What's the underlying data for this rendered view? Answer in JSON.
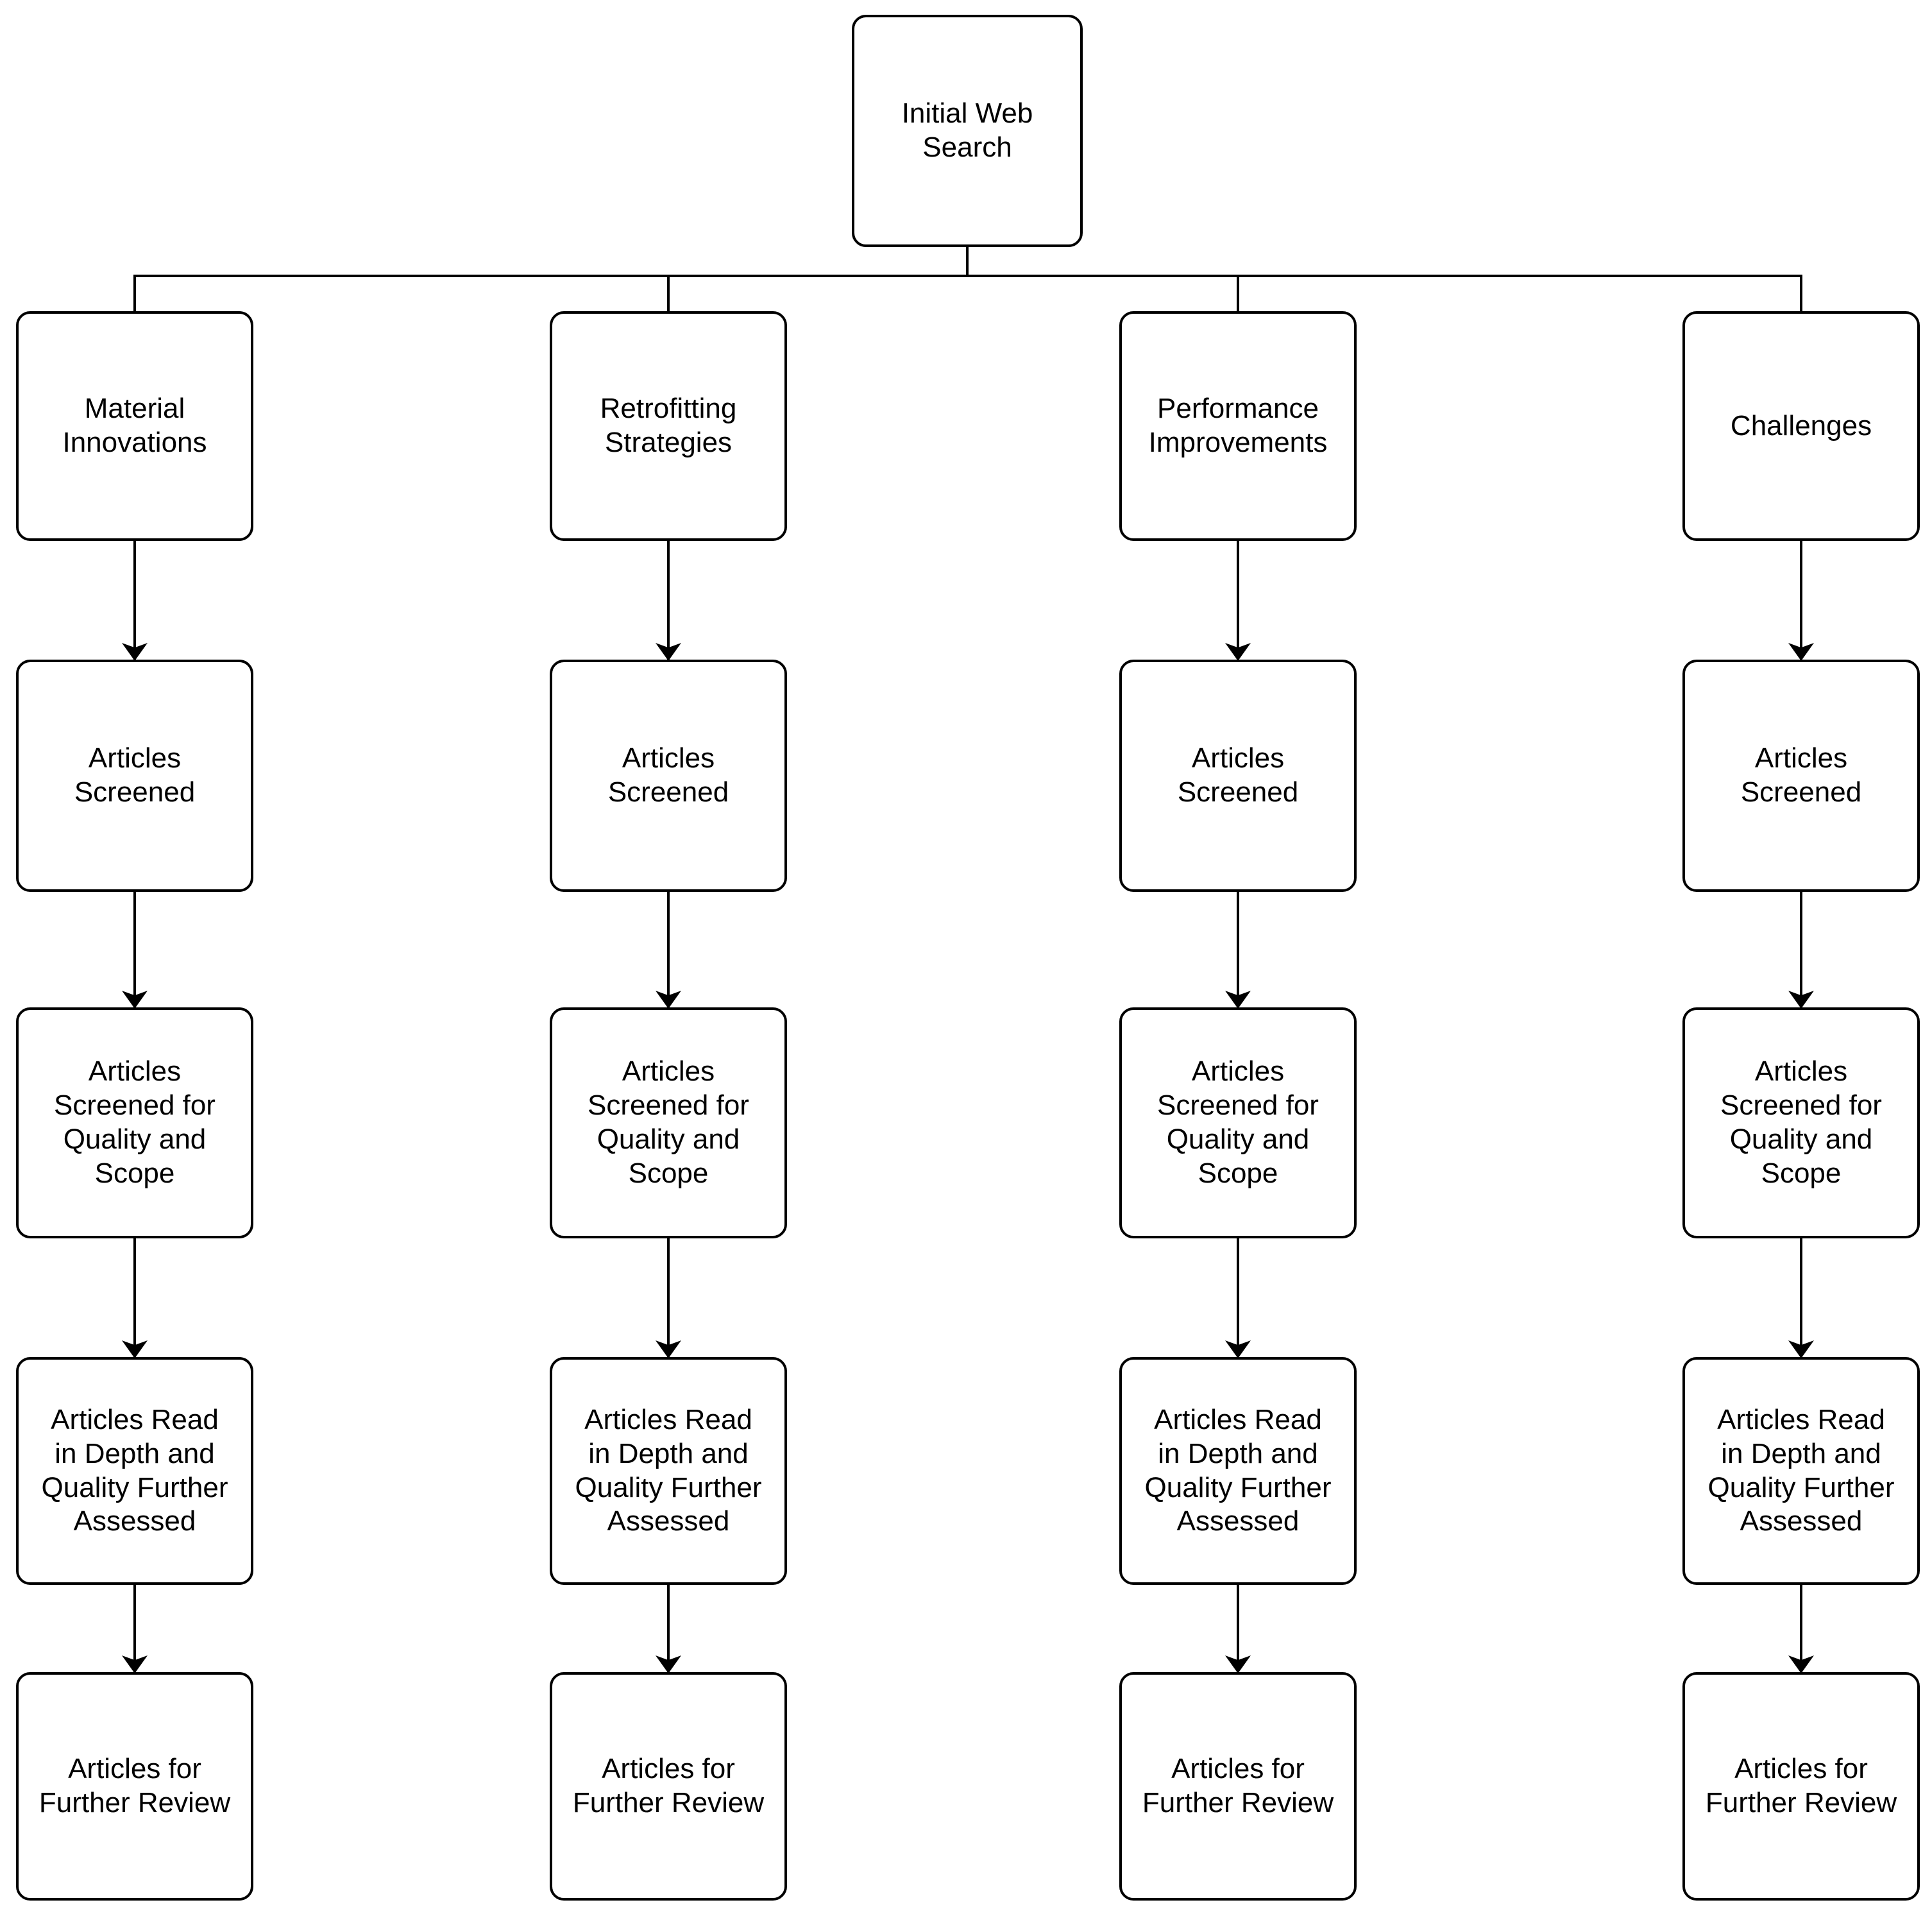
{
  "diagram": {
    "type": "flowchart",
    "colors": {
      "stroke": "#000000",
      "box_fill": "#ffffff",
      "text": "#000000",
      "background": "#ffffff"
    },
    "root": {
      "label": "Initial Web\nSearch"
    },
    "columns": [
      {
        "header": "Material\nInnovations",
        "steps": [
          "Articles\nScreened",
          "Articles\nScreened for\nQuality and\nScope",
          "Articles Read\nin Depth and\nQuality Further\nAssessed",
          "Articles for\nFurther Review"
        ]
      },
      {
        "header": "Retrofitting\nStrategies",
        "steps": [
          "Articles\nScreened",
          "Articles\nScreened for\nQuality and\nScope",
          "Articles Read\nin Depth and\nQuality Further\nAssessed",
          "Articles for\nFurther Review"
        ]
      },
      {
        "header": "Performance\nImprovements",
        "steps": [
          "Articles\nScreened",
          "Articles\nScreened for\nQuality and\nScope",
          "Articles Read\nin Depth and\nQuality Further\nAssessed",
          "Articles for\nFurther Review"
        ]
      },
      {
        "header": "Challenges",
        "steps": [
          "Articles\nScreened",
          "Articles\nScreened for\nQuality and\nScope",
          "Articles Read\nin Depth and\nQuality Further\nAssessed",
          "Articles for\nFurther Review"
        ]
      }
    ]
  }
}
